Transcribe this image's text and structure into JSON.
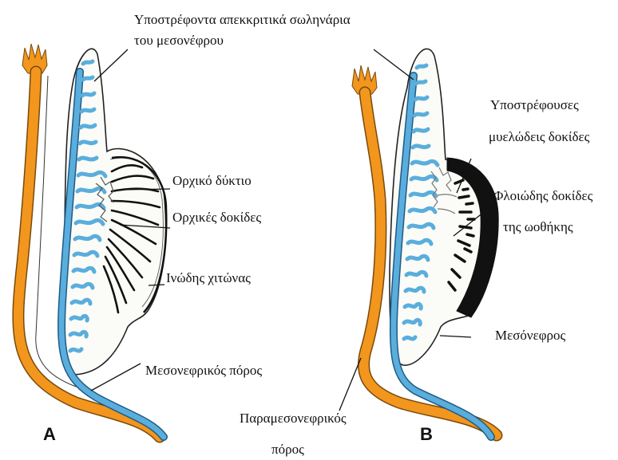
{
  "panels": {
    "a": "A",
    "b": "B"
  },
  "labels": {
    "returning_tubules_line1": "Υποστρέφοντα     απεκκριτικά     σωληνάρια",
    "returning_tubules_line2": "του μεσονέφρου",
    "rete_testis": "Ορχικό δύκτιο",
    "testis_cords": "Ορχικές δοκίδες",
    "tunica_albuginea": "Ινώδης χιτώνας",
    "mesonephric_duct": "Μεσονεφρικός πόρος",
    "paramesonephric_line1": "Παραμεσονεφρικός",
    "paramesonephric_line2": "πόρος",
    "regressing_cords_line1": "Υποστρέφουσες",
    "regressing_cords_line2": "μυελώδεις δοκίδες",
    "cortical_cords_line1": "Φλοιώδης δοκίδες",
    "cortical_cords_line2": "της ωοθήκης",
    "mesonephros": "Μεσόνεφρος"
  },
  "colors": {
    "orange_duct": "#f2961e",
    "blue_duct": "#5aaedd",
    "ink": "#111111"
  }
}
